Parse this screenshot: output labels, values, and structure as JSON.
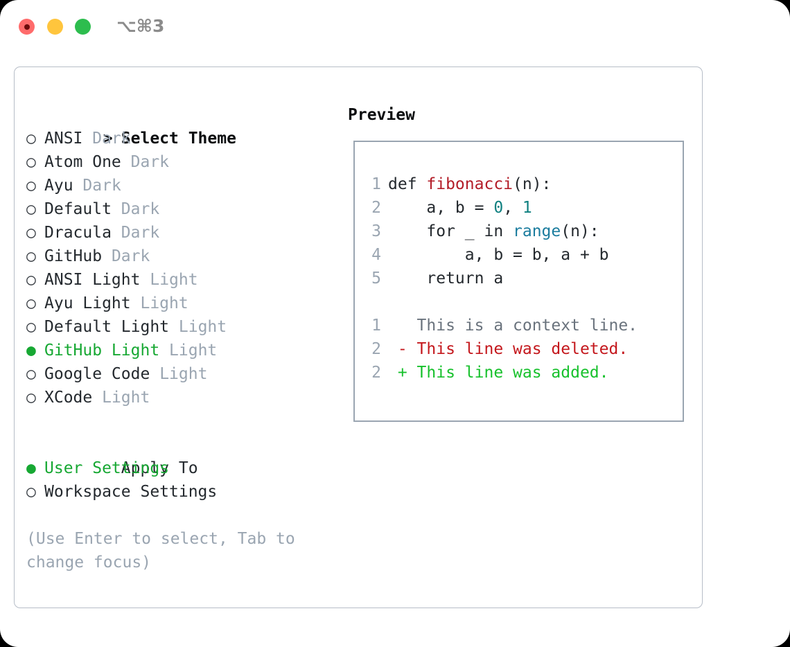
{
  "titlebar": {
    "shortcut": "⌥⌘3",
    "buttons": {
      "close": "close",
      "minimize": "minimize",
      "maximize": "maximize"
    }
  },
  "theme_picker": {
    "heading_marker": ">",
    "heading": "Select Theme",
    "unselected_marker": "○",
    "selected_marker": "●",
    "items": [
      {
        "name": "ANSI",
        "category": "Dark",
        "selected": false
      },
      {
        "name": "Atom One",
        "category": "Dark",
        "selected": false
      },
      {
        "name": "Ayu",
        "category": "Dark",
        "selected": false
      },
      {
        "name": "Default",
        "category": "Dark",
        "selected": false
      },
      {
        "name": "Dracula",
        "category": "Dark",
        "selected": false
      },
      {
        "name": "GitHub",
        "category": "Dark",
        "selected": false
      },
      {
        "name": "ANSI Light",
        "category": "Light",
        "selected": false
      },
      {
        "name": "Ayu Light",
        "category": "Light",
        "selected": false
      },
      {
        "name": "Default Light",
        "category": "Light",
        "selected": false
      },
      {
        "name": "GitHub Light",
        "category": "Light",
        "selected": true
      },
      {
        "name": "Google Code",
        "category": "Light",
        "selected": false
      },
      {
        "name": "XCode",
        "category": "Light",
        "selected": false
      }
    ]
  },
  "apply_to": {
    "heading": "Apply To",
    "items": [
      {
        "name": "User Settings",
        "selected": true
      },
      {
        "name": "Workspace Settings",
        "selected": false
      }
    ]
  },
  "hint": "(Use Enter to select, Tab to change focus)",
  "preview": {
    "title": "Preview",
    "code_lines": [
      {
        "num": "1",
        "tokens": [
          {
            "t": "def ",
            "c": "plain"
          },
          {
            "t": "fibonacci",
            "c": "fn"
          },
          {
            "t": "(n):",
            "c": "plain"
          }
        ]
      },
      {
        "num": "2",
        "tokens": [
          {
            "t": "    a, b = ",
            "c": "plain"
          },
          {
            "t": "0",
            "c": "num"
          },
          {
            "t": ", ",
            "c": "plain"
          },
          {
            "t": "1",
            "c": "num"
          }
        ]
      },
      {
        "num": "3",
        "tokens": [
          {
            "t": "    for _ in ",
            "c": "plain"
          },
          {
            "t": "range",
            "c": "builtin"
          },
          {
            "t": "(n):",
            "c": "plain"
          }
        ]
      },
      {
        "num": "4",
        "tokens": [
          {
            "t": "        a, b = b, a + b",
            "c": "plain"
          }
        ]
      },
      {
        "num": "5",
        "tokens": [
          {
            "t": "    return a",
            "c": "plain"
          }
        ]
      },
      {
        "num": "",
        "tokens": []
      },
      {
        "num": "1",
        "tokens": [
          {
            "t": "   This is a context line.",
            "c": "ctx"
          }
        ]
      },
      {
        "num": "2",
        "tokens": [
          {
            "t": " - This line was deleted.",
            "c": "del"
          }
        ]
      },
      {
        "num": "2",
        "tokens": [
          {
            "t": " + This line was added.",
            "c": "add"
          }
        ]
      }
    ]
  },
  "colors": {
    "accent_green": "#17a833",
    "muted_gray": "#9aa5b1",
    "text": "#24292e",
    "panel_border": "#b6bdc7",
    "preview_border": "#9aa5b1",
    "syntax_function": "#b31d28",
    "syntax_builtin": "#1b7c9e",
    "syntax_number": "#0f8080",
    "diff_deleted": "#c4181d",
    "diff_added": "#17c12c",
    "diff_context": "#6a737d",
    "traffic_close": "#ff6b6b",
    "traffic_minimize": "#ffc53d",
    "traffic_maximize": "#2dbd4e"
  }
}
